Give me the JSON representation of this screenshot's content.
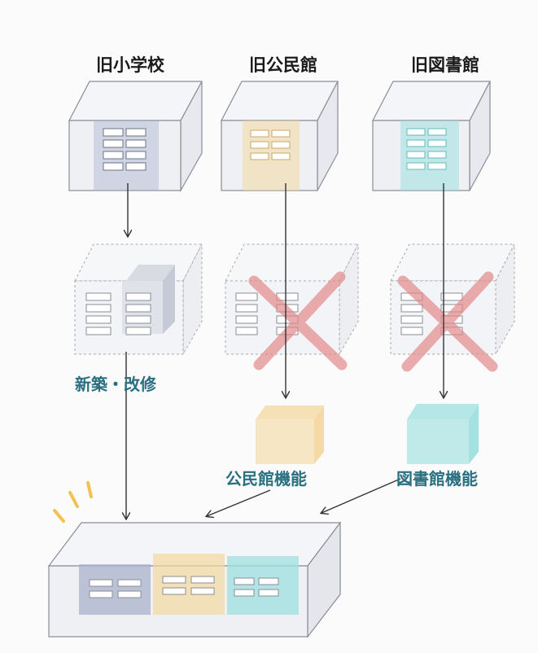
{
  "buildings": [
    {
      "id": "school",
      "label": "旧小学校",
      "color": "#a9b3cc"
    },
    {
      "id": "hall",
      "label": "旧公民館",
      "color": "#f4d8a0"
    },
    {
      "id": "library",
      "label": "旧図書館",
      "color": "#9fe0e0"
    }
  ],
  "labels": {
    "rebuild": "新築・改修",
    "hall_function": "公民館機能",
    "library_function": "図書館機能"
  },
  "colors": {
    "label_teal": "#2a6f80",
    "cross_red": "#e28a8a",
    "arrow": "#333333",
    "spark": "#f2c14e",
    "box_fill": "#eef0f3",
    "box_stroke": "#7d8088"
  }
}
